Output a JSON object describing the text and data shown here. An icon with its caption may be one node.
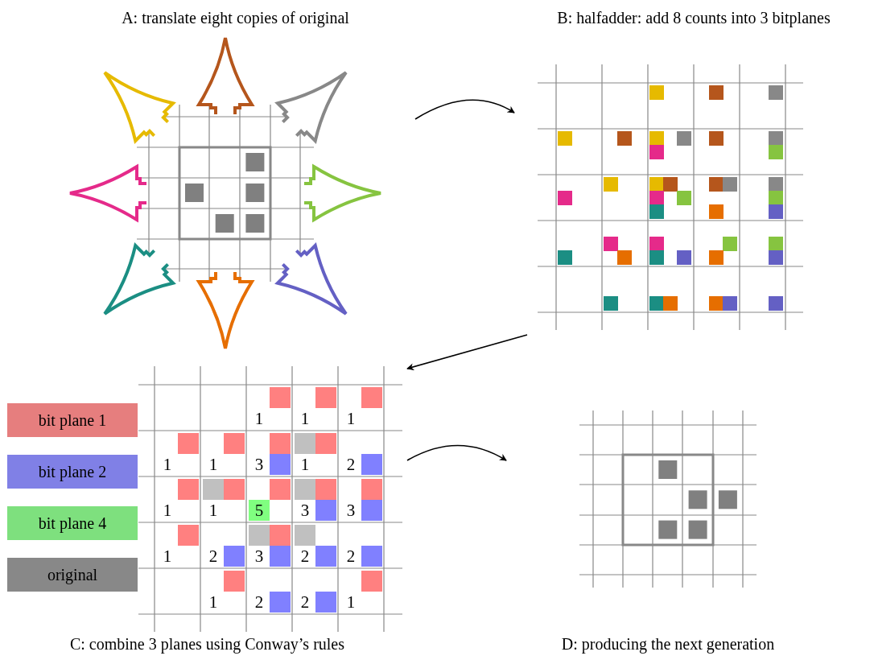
{
  "diagram": {
    "nodes": [
      {
        "text": [
          "A: translate eight copies of original"
        ]
      },
      {
        "text": [
          "B: halfadder: add 8 counts into 3 bitplanes"
        ]
      },
      {
        "text": [
          "C: combine 3 planes using Conway’s rules"
        ]
      },
      {
        "text": [
          "D: producing the next generation"
        ]
      }
    ],
    "edges": [
      {
        "from": 0,
        "to": 1,
        "arrow": "to"
      },
      {
        "from": 1,
        "to": 2,
        "arrow": "to"
      },
      {
        "from": 2,
        "to": 3,
        "arrow": "to"
      }
    ],
    "labels": [
      "1",
      "1",
      "1",
      "1",
      "1",
      "3",
      "1",
      "2",
      "1",
      "1",
      "5",
      "3",
      "3",
      "1",
      "2",
      "3",
      "2",
      "2",
      "1",
      "2",
      "2",
      "1"
    ],
    "legend": [
      {
        "text": "bit plane 1",
        "color": "#e67e7e"
      },
      {
        "text": "bit plane 2",
        "color": "#8080e6"
      },
      {
        "text": "bit plane 4",
        "color": "#7ee07e"
      },
      {
        "text": "original",
        "color": "#888888"
      }
    ]
  }
}
